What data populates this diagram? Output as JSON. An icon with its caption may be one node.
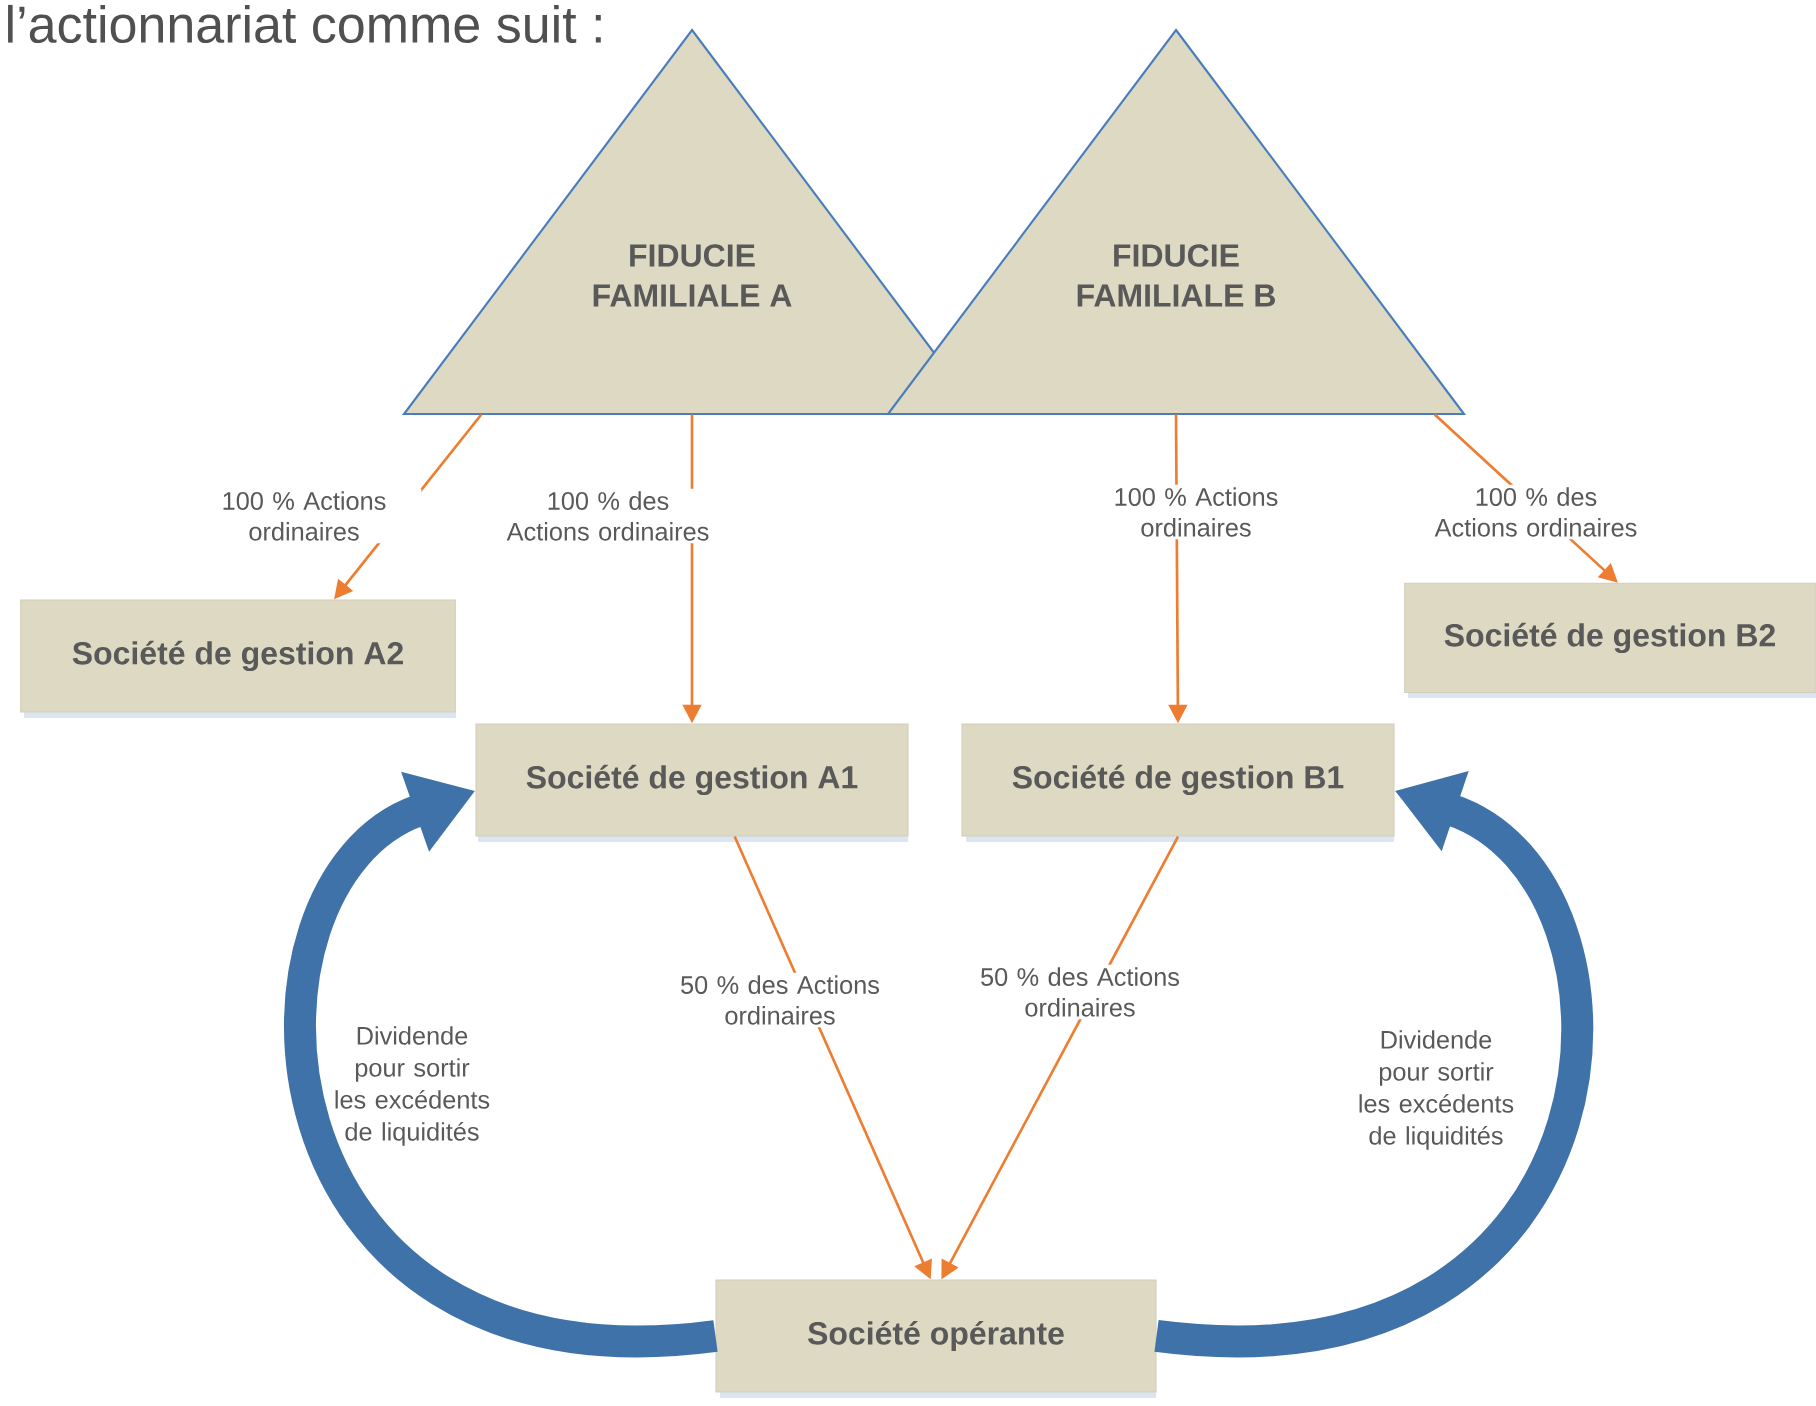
{
  "diagram": {
    "nodes": [
      {
        "text": [
          "FIDUCIE FAMILIALE A"
        ]
      },
      {
        "text": [
          "FIDUCIE FAMILIALE B"
        ]
      },
      {
        "text": [
          "Société de gestion A2"
        ]
      },
      {
        "text": [
          "Société de gestion A1"
        ]
      },
      {
        "text": [
          "Société de gestion B1"
        ]
      },
      {
        "text": [
          "Société de gestion B2"
        ]
      },
      {
        "text": [
          "Société opérante"
        ]
      }
    ],
    "edges": [
      {
        "from": 0,
        "to": 2,
        "arrow": "to",
        "label": "100 % Actions ordinaires"
      },
      {
        "from": 0,
        "to": 3,
        "arrow": "to",
        "label": "100 % des Actions ordinaires"
      },
      {
        "from": 1,
        "to": 4,
        "arrow": "to",
        "label": "100 % Actions ordinaires"
      },
      {
        "from": 1,
        "to": 5,
        "arrow": "to",
        "label": "100 % des Actions ordinaires"
      },
      {
        "from": 3,
        "to": 6,
        "arrow": "to",
        "label": "50 % des Actions ordinaires"
      },
      {
        "from": 4,
        "to": 6,
        "arrow": "to",
        "label": "50 % des Actions ordinaires"
      },
      {
        "from": 6,
        "to": 3,
        "arrow": "to",
        "style": "thick",
        "color": "#3f72a8"
      },
      {
        "from": 6,
        "to": 4,
        "arrow": "to",
        "style": "thick",
        "color": "#3f72a8"
      }
    ],
    "labels": [
      "l’actionnariat comme suit :",
      "Dividende pour sortir les excédents de liquidités",
      "Dividende pour sortir les excédents de liquidités"
    ]
  }
}
